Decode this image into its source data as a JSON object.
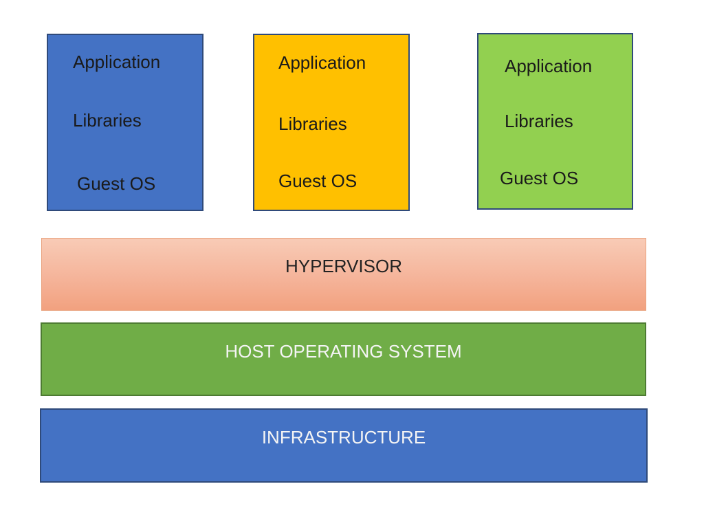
{
  "virtual_machines": [
    {
      "application": "Application",
      "libraries": "Libraries",
      "guest_os": "Guest OS",
      "color": "#4472c4"
    },
    {
      "application": "Application",
      "libraries": "Libraries",
      "guest_os": "Guest OS",
      "color": "#ffc000"
    },
    {
      "application": "Application",
      "libraries": "Libraries",
      "guest_os": "Guest OS",
      "color": "#92d050"
    }
  ],
  "layers": {
    "hypervisor": {
      "label": "HYPERVISOR",
      "color": "#f4b183"
    },
    "host_os": {
      "label": "HOST OPERATING SYSTEM",
      "color": "#70ad47"
    },
    "infrastructure": {
      "label": "INFRASTRUCTURE",
      "color": "#4472c4"
    }
  }
}
